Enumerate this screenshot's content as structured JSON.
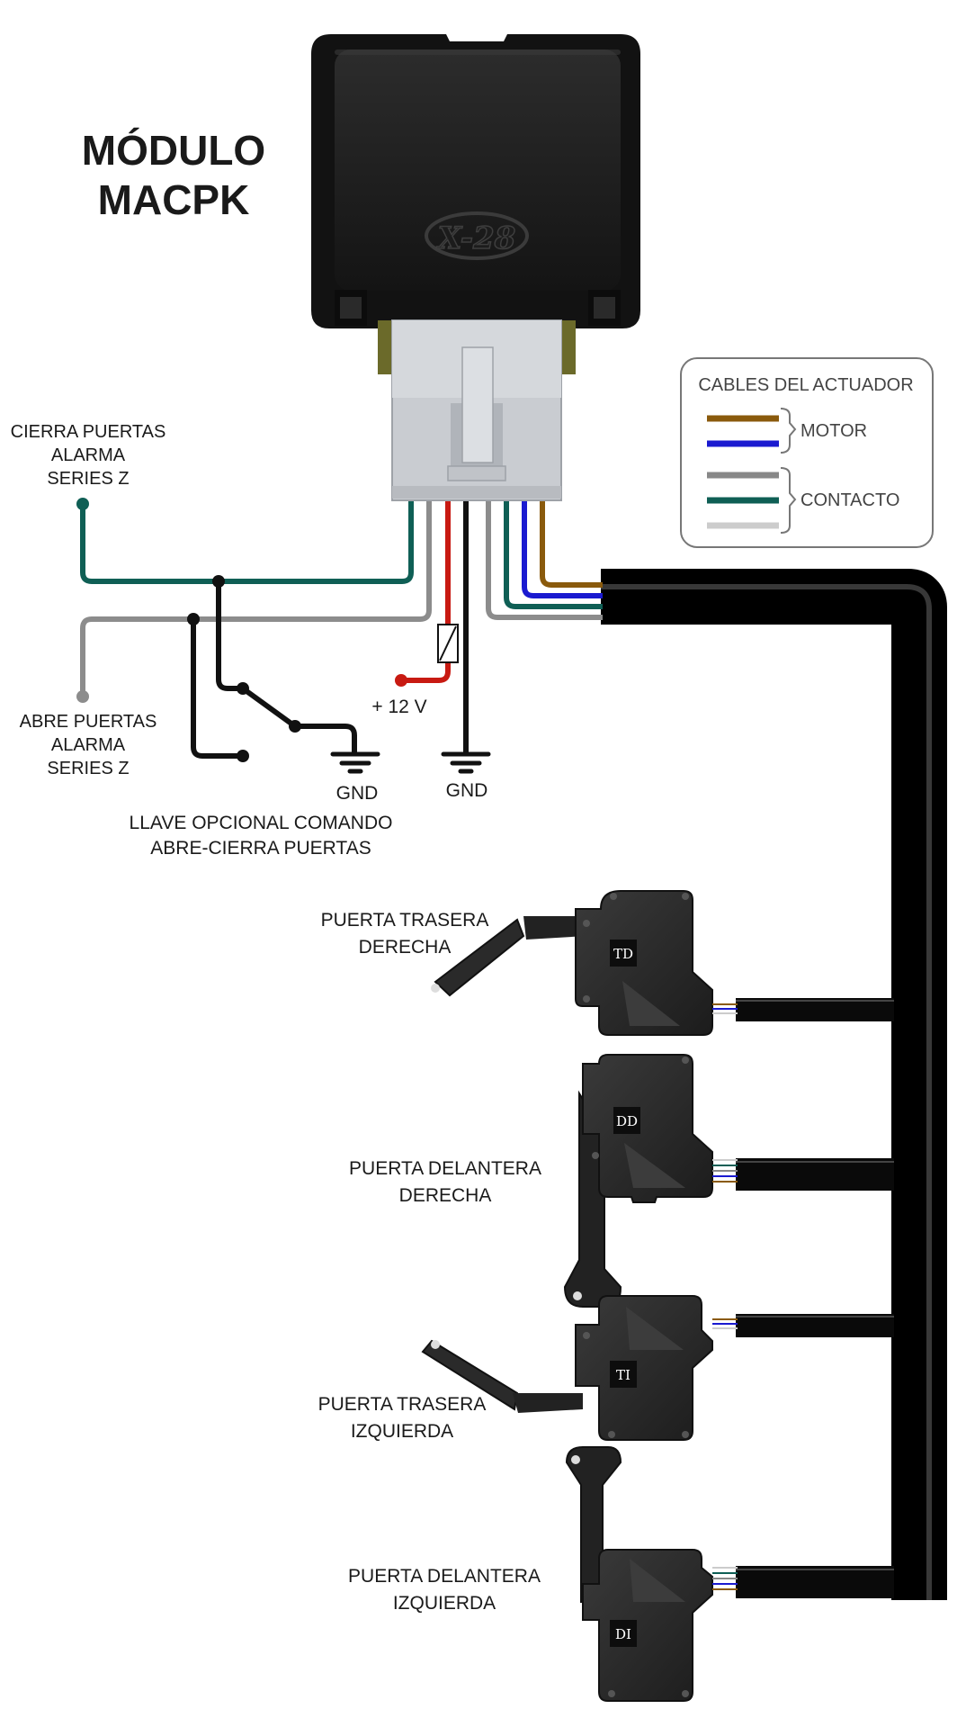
{
  "title": {
    "line1": "MÓDULO",
    "line2": "MACPK"
  },
  "module": {
    "logo_text": "X-28"
  },
  "legend": {
    "title": "CABLES DEL ACTUADOR",
    "groups": [
      {
        "label": "MOTOR",
        "colors": [
          "#8a5a0c",
          "#1a1ad0"
        ]
      },
      {
        "label": "CONTACTO",
        "colors": [
          "#888888",
          "#0f5f55",
          "#cccccc"
        ]
      }
    ]
  },
  "wires": {
    "brown": "#8a5a0c",
    "blue": "#1a1ad0",
    "green": "#0f5f55",
    "gray": "#8c8c8c",
    "red": "#c81a12",
    "black": "#111111",
    "light_gray": "#cfcfcf"
  },
  "labels": {
    "close_doors": [
      "CIERRA PUERTAS",
      "ALARMA",
      "SERIES Z"
    ],
    "open_doors": [
      "ABRE PUERTAS",
      "ALARMA",
      "SERIES Z"
    ],
    "power": "+ 12 V",
    "gnd_1": "GND",
    "gnd_2": "GND",
    "key_switch": [
      "LLAVE OPCIONAL COMANDO",
      "ABRE-CIERRA PUERTAS"
    ]
  },
  "doors": [
    {
      "label": [
        "PUERTA TRASERA",
        "DERECHA"
      ],
      "badge": "TD"
    },
    {
      "label": [
        "PUERTA DELANTERA",
        "DERECHA"
      ],
      "badge": "DD"
    },
    {
      "label": [
        "PUERTA TRASERA",
        "IZQUIERDA"
      ],
      "badge": "TI"
    },
    {
      "label": [
        "PUERTA DELANTERA",
        "IZQUIERDA"
      ],
      "badge": "DI"
    }
  ]
}
